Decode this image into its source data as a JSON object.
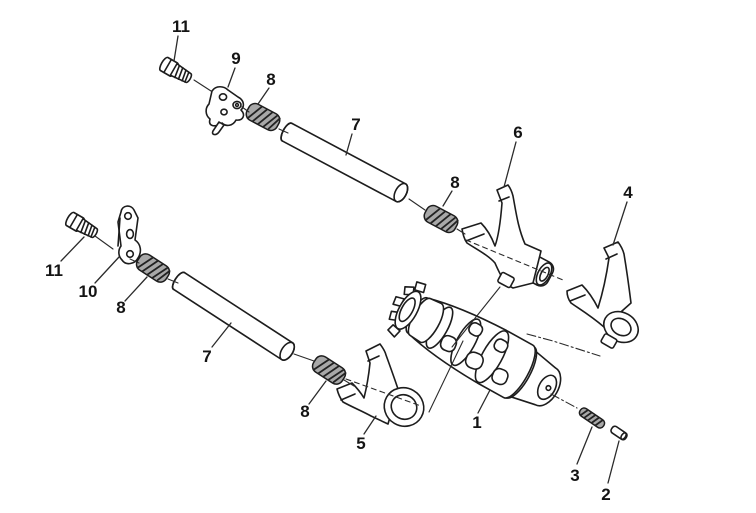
{
  "diagram": {
    "kind": "exploded-parts-diagram",
    "background_color": "#ffffff",
    "line_color": "#1d1d1d",
    "spring_fill_color": "#a8a8a8",
    "callouts": [
      {
        "label": "11",
        "part": "bolt-upper"
      },
      {
        "label": "9",
        "part": "stopper-plate-upper"
      },
      {
        "label": "8",
        "part": "spring-upper"
      },
      {
        "label": "7",
        "part": "fork-guide-bar-upper"
      },
      {
        "label": "8",
        "part": "spring-mid-right"
      },
      {
        "label": "6",
        "part": "shift-fork-center"
      },
      {
        "label": "4",
        "part": "shift-fork-right"
      },
      {
        "label": "11",
        "part": "bolt-lower"
      },
      {
        "label": "10",
        "part": "stopper-plate-lower"
      },
      {
        "label": "8",
        "part": "spring-left"
      },
      {
        "label": "7",
        "part": "fork-guide-bar-lower"
      },
      {
        "label": "8",
        "part": "spring-lower-mid"
      },
      {
        "label": "5",
        "part": "shift-fork-left"
      },
      {
        "label": "1",
        "part": "shift-cam-drum"
      },
      {
        "label": "3",
        "part": "return-spring"
      },
      {
        "label": "2",
        "part": "dowel-pin"
      }
    ]
  }
}
